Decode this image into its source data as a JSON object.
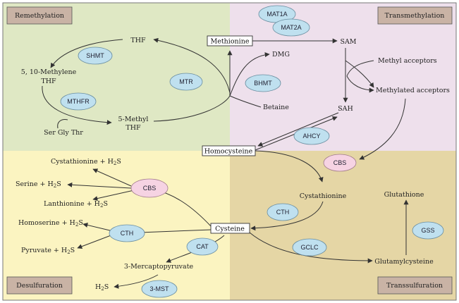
{
  "colors": {
    "remethylation_bg": "#dfe8c4",
    "transmethylation_bg": "#eee0ec",
    "desulfuration_bg": "#fbf4c1",
    "transsulfuration_bg": "#e5d6a5",
    "section_label_bg": "#c9b3a5",
    "enzyme_blue": "#bfe0ef",
    "enzyme_pink": "#f6d3e3",
    "line": "#333333"
  },
  "sections": {
    "remethylation": "Remethylation",
    "transmethylation": "Transmethylation",
    "desulfuration": "Desulfuration",
    "transsulfuration": "Transsulfuration"
  },
  "boxes": {
    "methionine": "Methionine",
    "homocysteine": "Homocysteine",
    "cysteine": "Cysteine"
  },
  "metabolites": {
    "thf": "THF",
    "methylene_thf_1": "5, 10-Methylene",
    "methylene_thf_2": "THF",
    "methyl_thf_1": "5-Methyl",
    "methyl_thf_2": "THF",
    "ser_gly_thr": "Ser Gly Thr",
    "dmg": "DMG",
    "betaine": "Betaine",
    "sam": "SAM",
    "methyl_acceptors": "Methyl acceptors",
    "methylated_acceptors": "Methylated acceptors",
    "sah": "SAH",
    "cystathionine": "Cystathionine",
    "glutathione": "Glutathione",
    "glutamylcysteine": "Glutamylcysteine",
    "cystathionine_h2s_a": "Cystathionine + H",
    "cystathionine_h2s_b": "2",
    "cystathionine_h2s_c": "S",
    "serine_h2s_a": "Serine + H",
    "serine_h2s_b": "2",
    "serine_h2s_c": "S",
    "lanthionine_h2s_a": "Lanthionine + H",
    "lanthionine_h2s_b": "2",
    "lanthionine_h2s_c": "S",
    "homoserine_h2s_a": "Homoserine + H",
    "homoserine_h2s_b": "2",
    "homoserine_h2s_c": "S",
    "pyruvate_h2s_a": "Pyruvate + H",
    "pyruvate_h2s_b": "2",
    "pyruvate_h2s_c": "S",
    "mercaptopyruvate": "3-Mercaptopyruvate",
    "h2s_a": "H",
    "h2s_b": "2",
    "h2s_c": "S"
  },
  "enzymes": {
    "shmt": "SHMT",
    "mthfr": "MTHFR",
    "mtr": "MTR",
    "bhmt": "BHMT",
    "mat1a": "MAT1A",
    "mat2a": "MAT2A",
    "ahcy": "AHCY",
    "cbs_upper": "CBS",
    "cth_upper": "CTH",
    "gclc": "GCLC",
    "gss": "GSS",
    "cbs_lower": "CBS",
    "cth_lower": "CTH",
    "cat": "CAT",
    "mst3": "3-MST"
  }
}
